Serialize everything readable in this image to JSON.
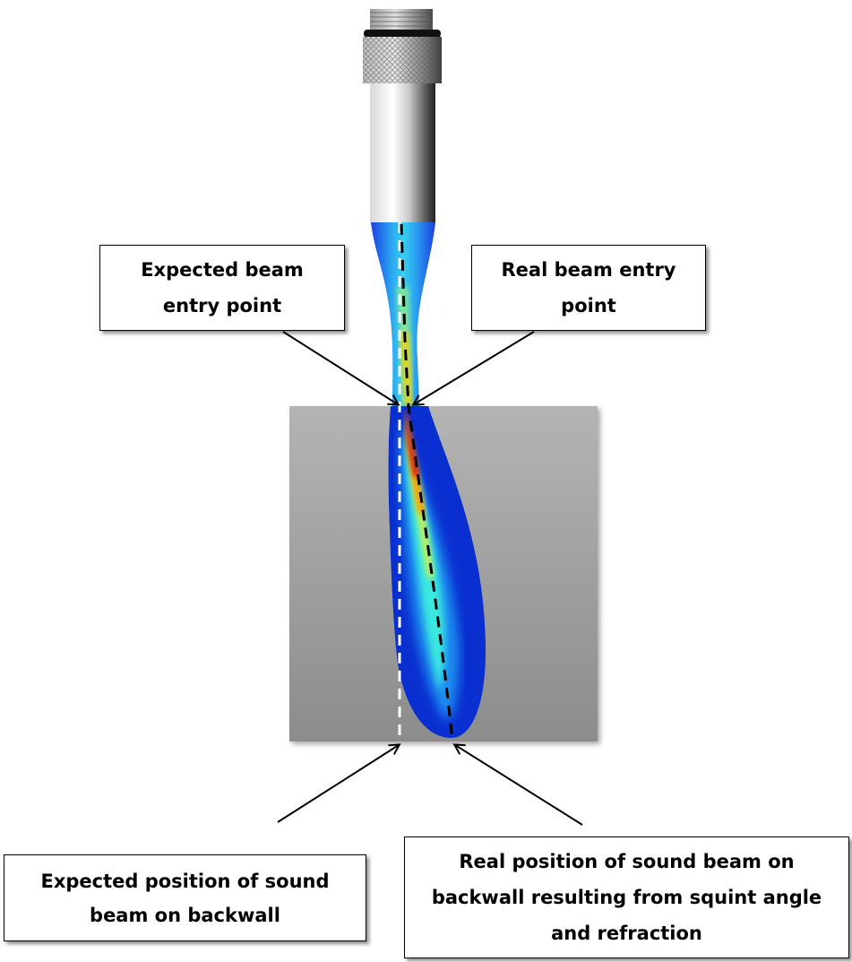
{
  "labels": {
    "expected_entry": "Expected beam entry point",
    "real_entry": "Real beam entry point",
    "expected_backwall": "Expected position of sound beam on backwall",
    "real_backwall": "Real position of sound beam on backwall resulting from squint angle and refraction"
  },
  "colors": {
    "block_top": "#b4b4b4",
    "block_bottom": "#8c8c8c",
    "beam_outer": "#0a2fd0",
    "beam_core": "#d01808",
    "expected_axis": "#ffffff",
    "real_axis": "#000000"
  },
  "icons": {
    "transducer": "ultrasonic-transducer-icon"
  }
}
